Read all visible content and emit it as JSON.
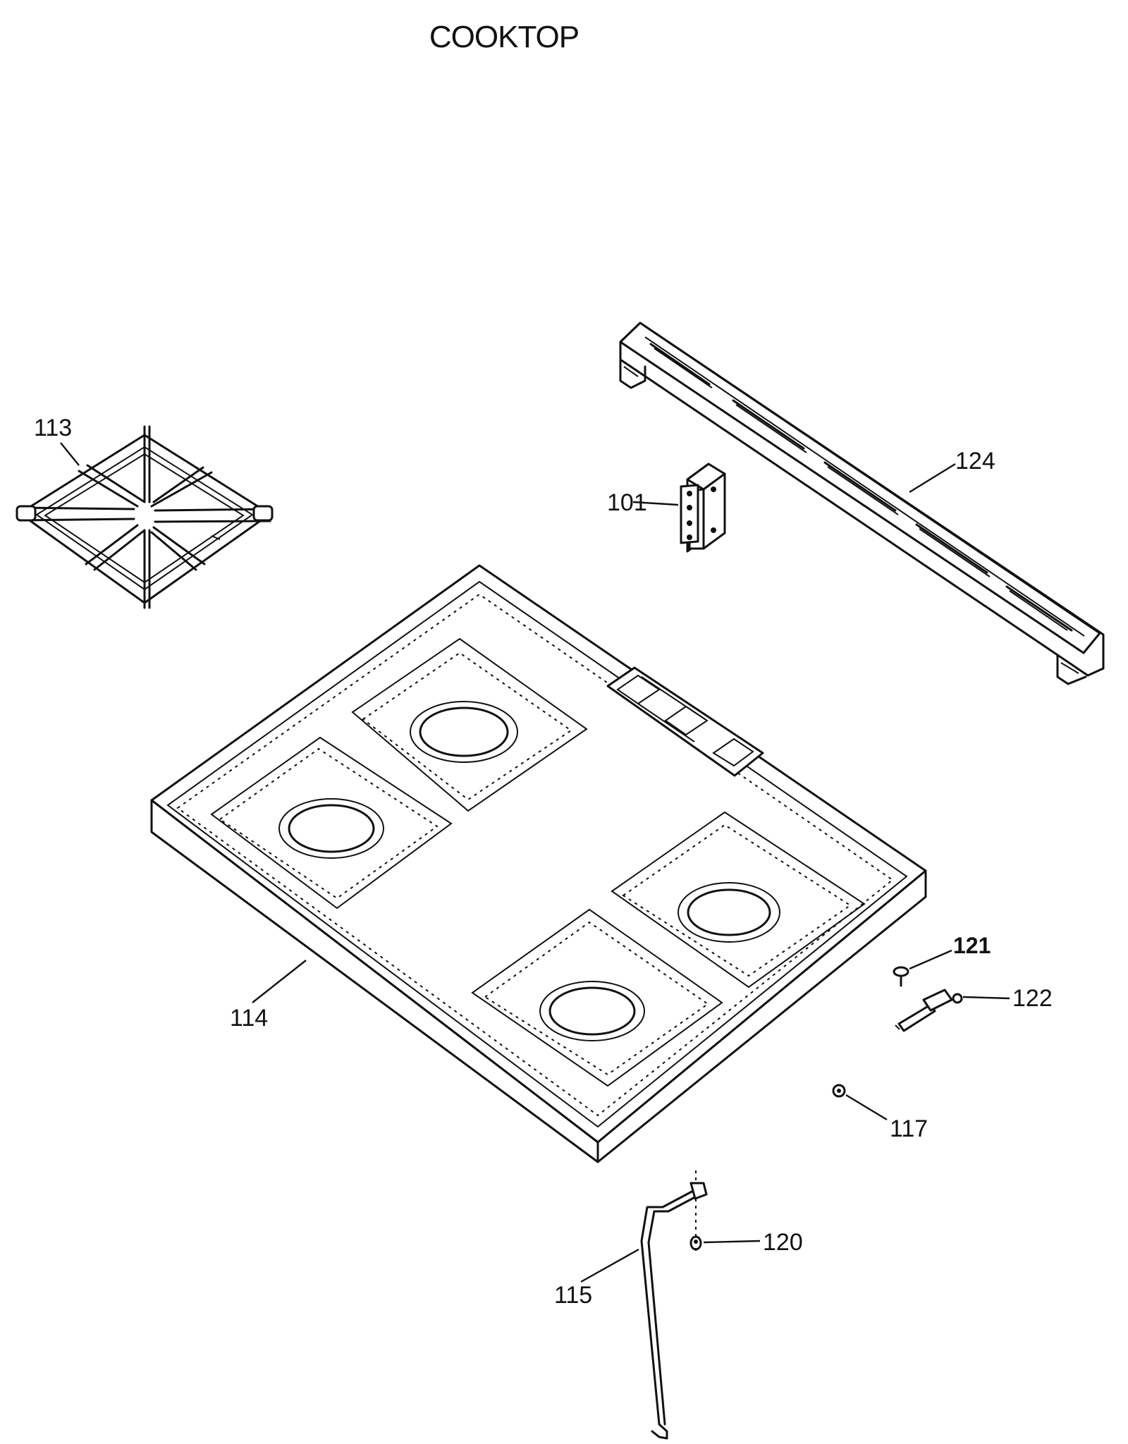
{
  "title": "COOKTOP",
  "parts": {
    "p113": "113",
    "p101": "101",
    "p124": "124",
    "p114": "114",
    "p121": "121",
    "p122": "122",
    "p117": "117",
    "p120": "120",
    "p115": "115"
  }
}
